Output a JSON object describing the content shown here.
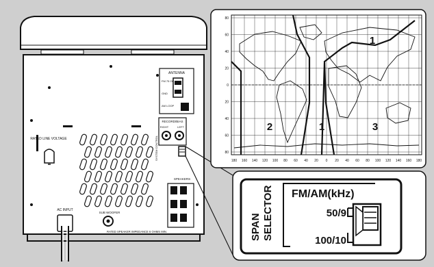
{
  "colors": {
    "background": "#cfcfcf",
    "panel": "#ffffff",
    "ink": "#111111"
  },
  "rear_panel": {
    "rated_line_voltage_label": "RATED LINE VOLTAGE",
    "ac_input_label": "AC INPUT",
    "antenna_label": "ANTENNA",
    "fm_label": "FM 75 OHMS",
    "gnd_label": "GND",
    "am_loop_label": "AM LOOP",
    "record_play_label": "RECORD/BIAS",
    "right_label": "RIGHT",
    "left_label": "LEFT",
    "system_control_label": "SYSTEM CONTROL",
    "speakers_label": "SPEAKERS",
    "subwoofer_label": "SUB WOOFER",
    "impedance_note": "RATED SPEAKER IMPEDANCE 6 OHMS MIN."
  },
  "world_map": {
    "lat_ticks": [
      "80",
      "60",
      "40",
      "20",
      "0",
      "20",
      "40",
      "60",
      "80"
    ],
    "lon_ticks": [
      "180",
      "160",
      "140",
      "120",
      "100",
      "80",
      "60",
      "40",
      "20",
      "0",
      "20",
      "40",
      "60",
      "80",
      "100",
      "120",
      "140",
      "160",
      "180"
    ],
    "region_labels": [
      "1",
      "2",
      "1",
      "3"
    ]
  },
  "selector": {
    "side_label_1": "SPAN",
    "side_label_2": "SELECTOR",
    "header": "FM/AM(kHz)",
    "option_top": "50/9",
    "option_bottom": "100/10"
  }
}
